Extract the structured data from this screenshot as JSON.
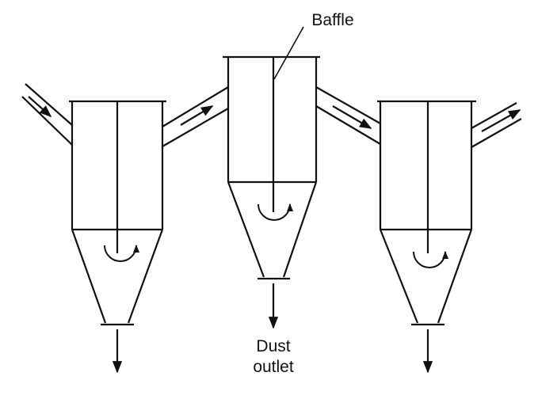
{
  "labels": {
    "baffle": "Baffle",
    "dust_line1": "Dust",
    "dust_line2": "outlet"
  },
  "colors": {
    "stroke": "#111111",
    "background": "#ffffff"
  }
}
